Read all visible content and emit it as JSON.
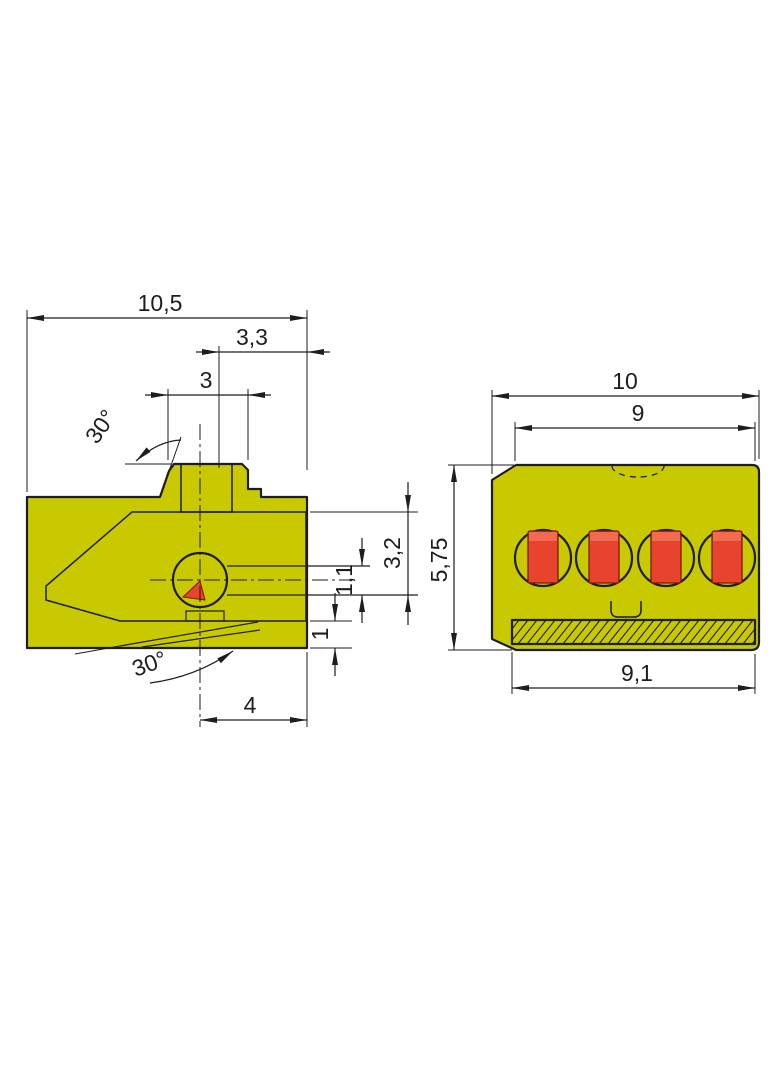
{
  "drawing": {
    "type": "technical-dimension-drawing",
    "side_view": {
      "overall_width": "10,5",
      "offset": "3,3",
      "notch_width": "3",
      "top_angle": "30°",
      "funnel_height": "3,2",
      "slot_height": "1,1",
      "wall_thickness": "1",
      "bottom_angle": "30°",
      "center_to_edge": "4"
    },
    "front_view": {
      "overall_width": "10",
      "pole_span": "9",
      "height": "5,75",
      "busbar_width": "9,1"
    }
  },
  "colors": {
    "body": "#c8c900",
    "outline": "#1d1d1b",
    "button": "#e8432c",
    "button_light": "#f26a50",
    "button_dark": "#7c190e",
    "background": "#ffffff"
  }
}
